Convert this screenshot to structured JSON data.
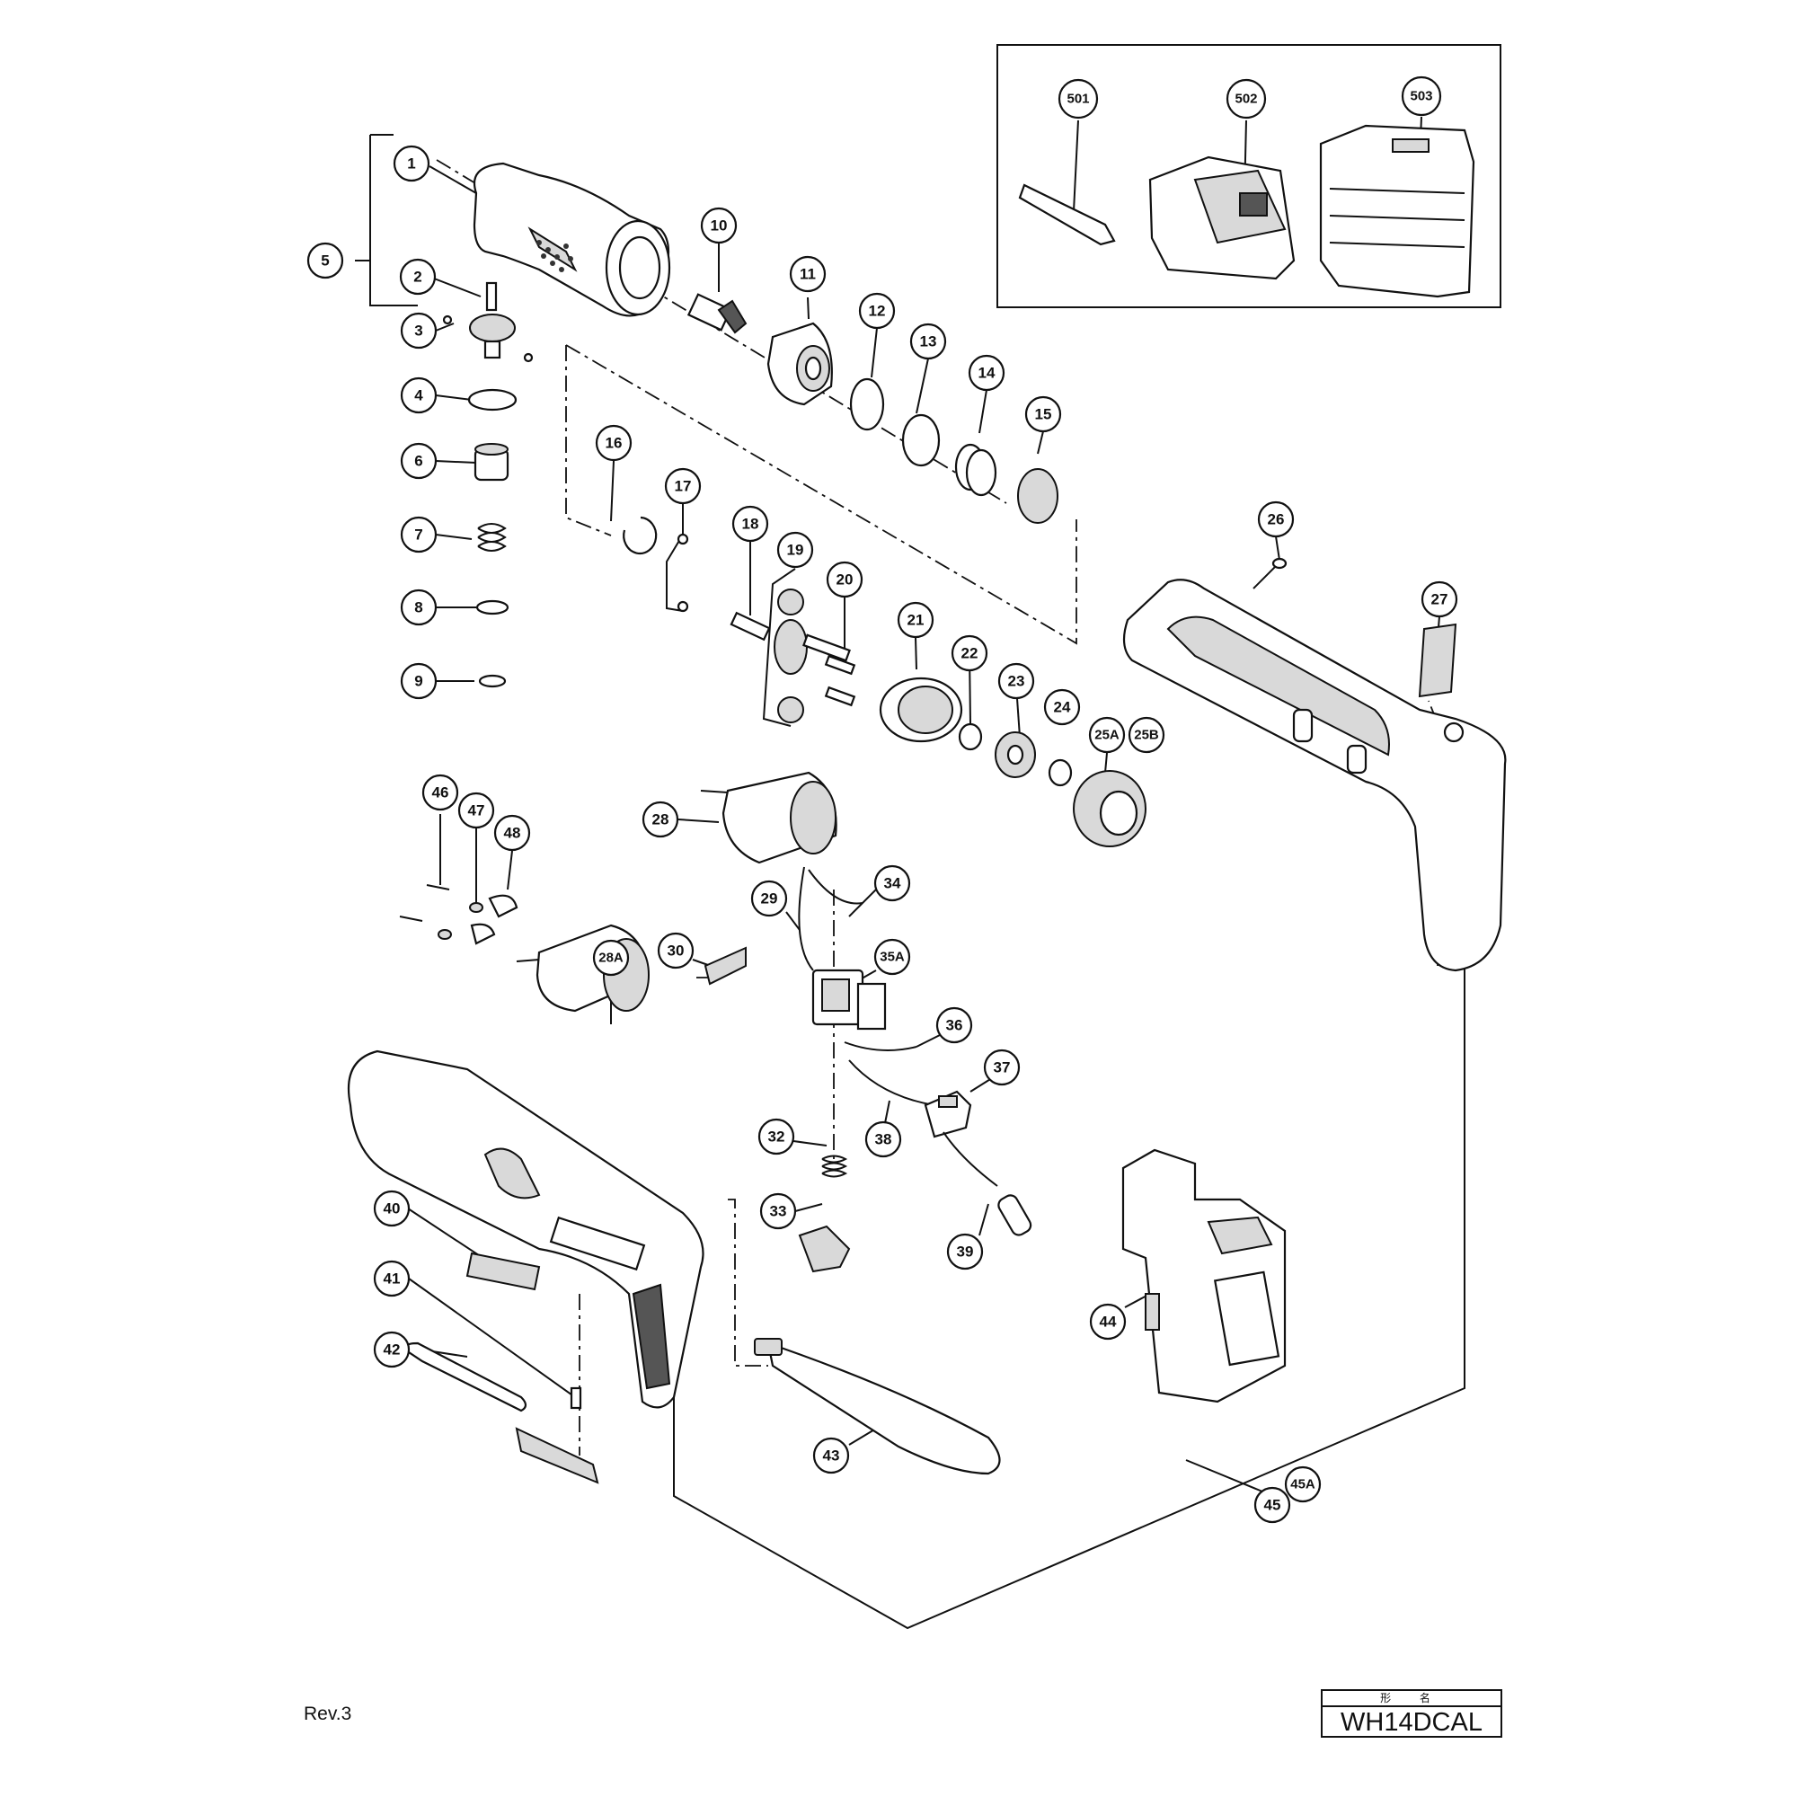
{
  "revision": "Rev.3",
  "model": {
    "header": "形 名",
    "name": "WH14DCAL"
  },
  "parts": [
    {
      "id": "p1",
      "label": "1"
    },
    {
      "id": "p2",
      "label": "2"
    },
    {
      "id": "p3",
      "label": "3"
    },
    {
      "id": "p4",
      "label": "4"
    },
    {
      "id": "p5",
      "label": "5"
    },
    {
      "id": "p6",
      "label": "6"
    },
    {
      "id": "p7",
      "label": "7"
    },
    {
      "id": "p8",
      "label": "8"
    },
    {
      "id": "p9",
      "label": "9"
    },
    {
      "id": "p10",
      "label": "10"
    },
    {
      "id": "p11",
      "label": "11"
    },
    {
      "id": "p12",
      "label": "12"
    },
    {
      "id": "p13",
      "label": "13"
    },
    {
      "id": "p14",
      "label": "14"
    },
    {
      "id": "p15",
      "label": "15"
    },
    {
      "id": "p16",
      "label": "16"
    },
    {
      "id": "p17",
      "label": "17"
    },
    {
      "id": "p18",
      "label": "18"
    },
    {
      "id": "p19",
      "label": "19"
    },
    {
      "id": "p20",
      "label": "20"
    },
    {
      "id": "p21",
      "label": "21"
    },
    {
      "id": "p22",
      "label": "22"
    },
    {
      "id": "p23",
      "label": "23"
    },
    {
      "id": "p24",
      "label": "24"
    },
    {
      "id": "p25A",
      "label": "25A"
    },
    {
      "id": "p25B",
      "label": "25B"
    },
    {
      "id": "p26",
      "label": "26"
    },
    {
      "id": "p27",
      "label": "27"
    },
    {
      "id": "p28",
      "label": "28"
    },
    {
      "id": "p28A",
      "label": "28A"
    },
    {
      "id": "p29",
      "label": "29"
    },
    {
      "id": "p30",
      "label": "30"
    },
    {
      "id": "p32",
      "label": "32"
    },
    {
      "id": "p33",
      "label": "33"
    },
    {
      "id": "p34",
      "label": "34"
    },
    {
      "id": "p35A",
      "label": "35A"
    },
    {
      "id": "p36",
      "label": "36"
    },
    {
      "id": "p37",
      "label": "37"
    },
    {
      "id": "p38",
      "label": "38"
    },
    {
      "id": "p39",
      "label": "39"
    },
    {
      "id": "p40",
      "label": "40"
    },
    {
      "id": "p41",
      "label": "41"
    },
    {
      "id": "p42",
      "label": "42"
    },
    {
      "id": "p43",
      "label": "43"
    },
    {
      "id": "p44",
      "label": "44"
    },
    {
      "id": "p45",
      "label": "45"
    },
    {
      "id": "p45A",
      "label": "45A"
    },
    {
      "id": "p46",
      "label": "46"
    },
    {
      "id": "p47",
      "label": "47"
    },
    {
      "id": "p48",
      "label": "48"
    },
    {
      "id": "p501",
      "label": "501"
    },
    {
      "id": "p502",
      "label": "502"
    },
    {
      "id": "p503",
      "label": "503"
    }
  ]
}
